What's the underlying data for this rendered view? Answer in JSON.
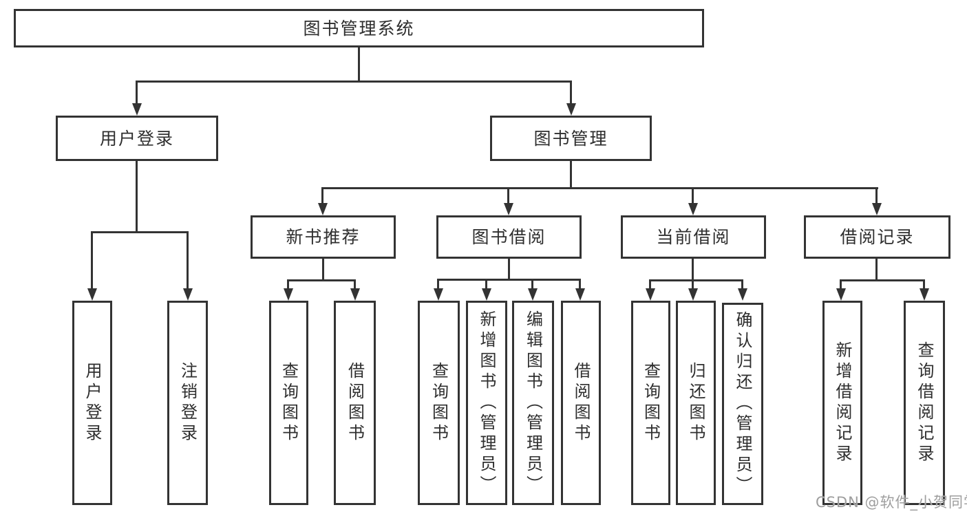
{
  "nodes": {
    "root": "图书管理系统",
    "user_login": "用户登录",
    "book_mgmt": "图书管理",
    "new_book": "新书推荐",
    "book_borrow": "图书借阅",
    "current_borrow": "当前借阅",
    "borrow_record": "借阅记录",
    "leaf_login": "用户登录",
    "leaf_logout": "注销登录",
    "nb_query": "查询图书",
    "nb_borrow": "借阅图书",
    "bb_query": "查询图书",
    "bb_add": "新增图书（管理员）",
    "bb_edit": "编辑图书（管理员）",
    "bb_borrow": "借阅图书",
    "cb_query": "查询图书",
    "cb_return": "归还图书",
    "cb_confirm": "确认归还（管理员）",
    "br_add": "新增借阅记录",
    "br_query": "查询借阅记录"
  },
  "watermark": "CSDN @软件_小贺同学",
  "colors": {
    "line": "#333333",
    "text": "#2e2e2e",
    "watermark": "#9e9e9e",
    "background": "#ffffff"
  }
}
